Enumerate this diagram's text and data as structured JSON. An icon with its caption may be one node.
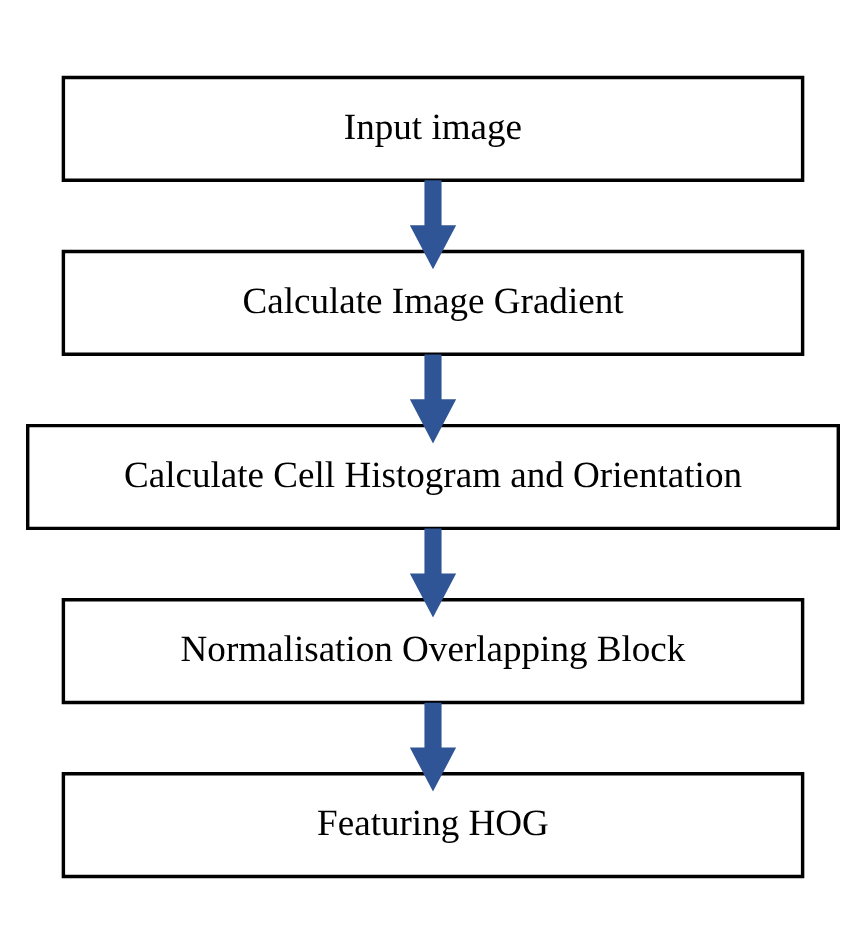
{
  "diagram": {
    "nodes": [
      {
        "text": [
          "Input image"
        ]
      },
      {
        "text": [
          "Calculate Image Gradient"
        ]
      },
      {
        "text": [
          "Calculate Cell Histogram and Orientation"
        ]
      },
      {
        "text": [
          "Normalisation Overlapping Block"
        ]
      },
      {
        "text": [
          "Featuring HOG"
        ]
      }
    ],
    "edges": [
      {
        "from": 0,
        "to": 1,
        "arrow": "to"
      },
      {
        "from": 1,
        "to": 2,
        "arrow": "to"
      },
      {
        "from": 2,
        "to": 3,
        "arrow": "to"
      },
      {
        "from": 3,
        "to": 4,
        "arrow": "to"
      }
    ]
  }
}
